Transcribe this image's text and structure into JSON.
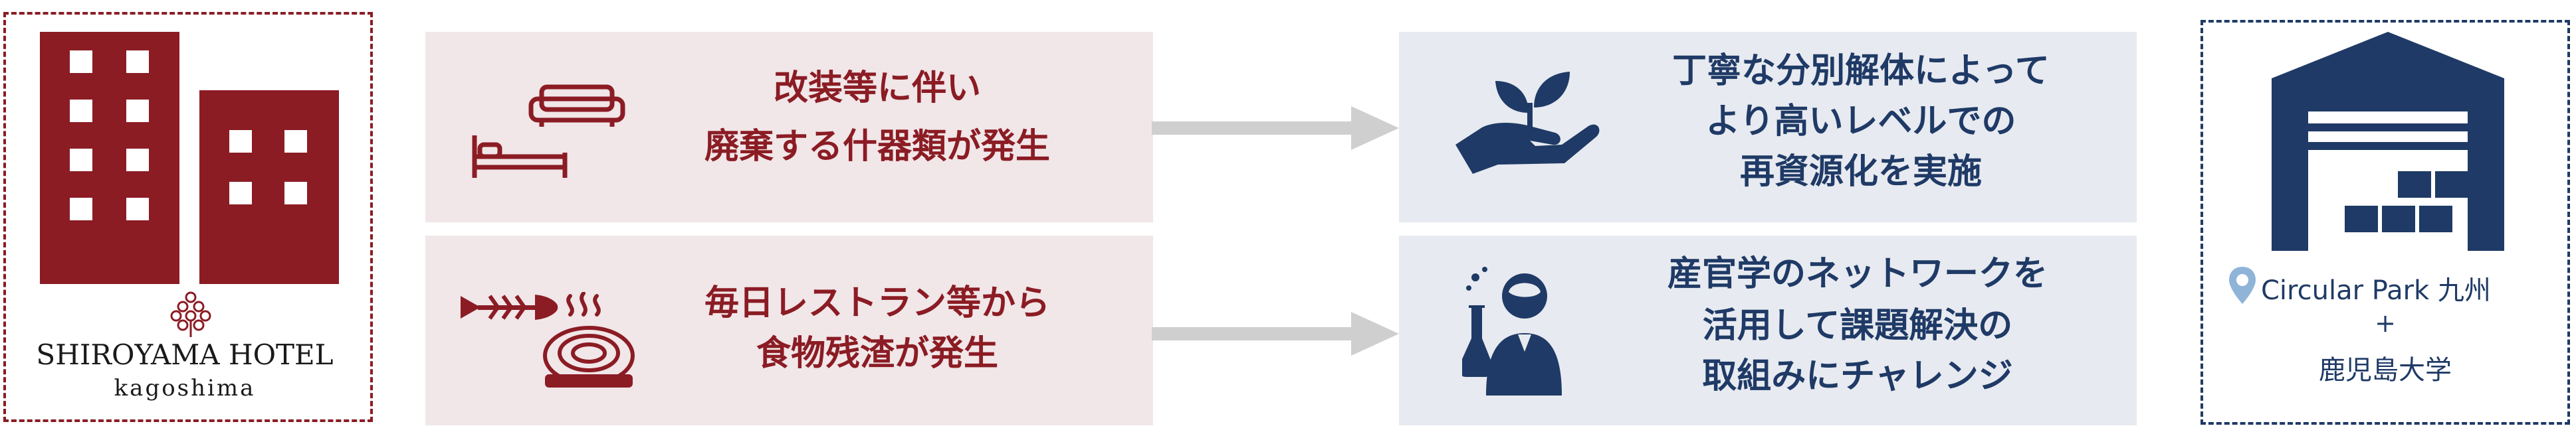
{
  "hotel": {
    "name": "SHIROYAMA HOTEL",
    "subname": "kagoshima"
  },
  "flows": [
    {
      "issue": [
        "改装等に伴い",
        "廃棄する什器類が発生"
      ],
      "action": [
        "丁寧な分別解体によって",
        "より高いレベルでの",
        "再資源化を実施"
      ]
    },
    {
      "issue": [
        "毎日レストラン等から",
        "食物残渣が発生"
      ],
      "action": [
        "産官学のネットワークを",
        "活用して課題解決の",
        "取組みにチャレンジ"
      ]
    }
  ],
  "partner": {
    "circular_park": "Circular Park 九州",
    "plus": "+",
    "university": "鹿児島大学"
  },
  "colors": {
    "hotel_red": "#8b1c24",
    "navy": "#1f3a66",
    "red_panel": "#f1e6e8",
    "blue_panel": "#e7eaf0",
    "arrow_gray": "#cfcfcf"
  },
  "icons": [
    "hotel-building-icon",
    "sofa-icon",
    "bed-icon",
    "fish-bone-icon",
    "food-waste-plate-icon",
    "hand-sprout-icon",
    "scientist-icon",
    "warehouse-icon",
    "location-pin-icon"
  ]
}
